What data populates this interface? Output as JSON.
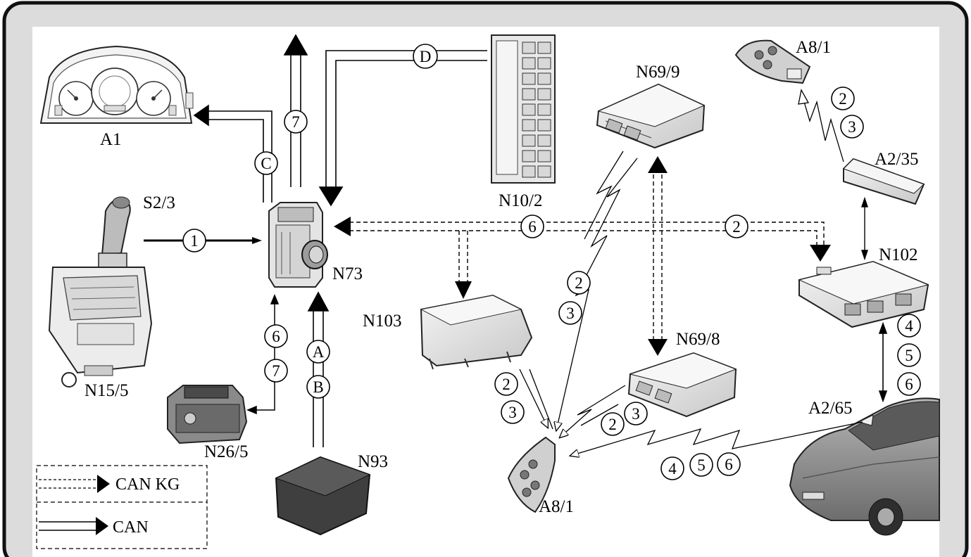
{
  "labels": {
    "a1": "A1",
    "s2_3": "S2/3",
    "n15_5": "N15/5",
    "n26_5": "N26/5",
    "n73": "N73",
    "n93": "N93",
    "n10_2": "N10/2",
    "n103": "N103",
    "n69_9": "N69/9",
    "n69_8": "N69/8",
    "a8_1_top": "A8/1",
    "a8_1_bottom": "A8/1",
    "a2_35": "A2/35",
    "n102": "N102",
    "a2_65": "A2/65"
  },
  "markers": {
    "c": "C",
    "d": "D",
    "a": "A",
    "b": "B",
    "m7_top": "7",
    "m1": "1",
    "m6_left": "6",
    "m7_left": "7",
    "m6_can": "6",
    "m2_can": "2",
    "m2_top": "2",
    "m3_top": "3",
    "m2_wire": "2",
    "m3_wire": "3",
    "m2_n103": "2",
    "m3_n103": "3",
    "m2_n698": "2",
    "m3_n698": "3",
    "m4_car": "4",
    "m5_car": "5",
    "m6_car": "6",
    "m4_right": "4",
    "m5_right": "5",
    "m6_right": "6"
  },
  "legend": {
    "can_kg": "CAN KG",
    "can": "CAN"
  },
  "colors": {
    "frame_bg": "#dcdcdc",
    "border": "#111111",
    "component_gray": "#9a9a9a",
    "dark_component": "#3a3a3a",
    "car_gray": "#8c8c8c"
  }
}
